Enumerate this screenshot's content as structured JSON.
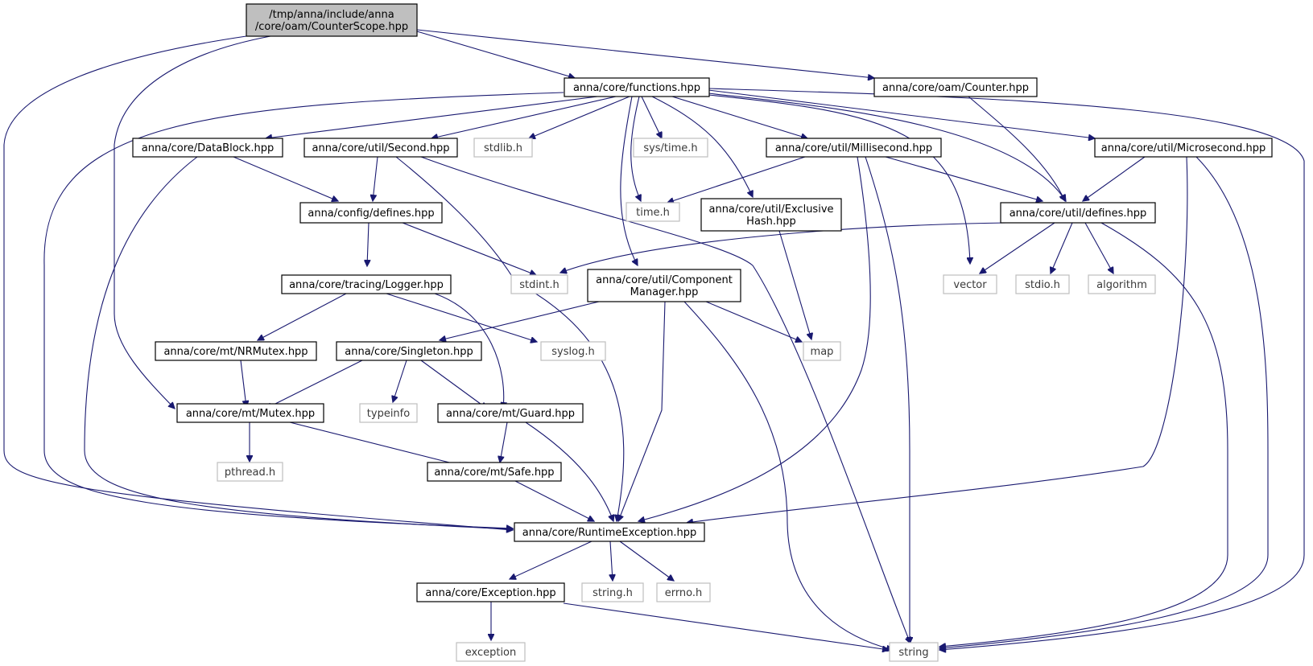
{
  "diagram": {
    "colors": {
      "edge": "#191970",
      "root_fill": "#bfbfbf",
      "node_border": "#000000",
      "external_border": "#bfbfbf"
    },
    "nodes": [
      {
        "id": "root",
        "lines": [
          "/tmp/anna/include/anna",
          "/core/oam/CounterScope.hpp"
        ],
        "kind": "root"
      },
      {
        "id": "functions",
        "lines": [
          "anna/core/functions.hpp"
        ],
        "kind": "header"
      },
      {
        "id": "counter",
        "lines": [
          "anna/core/oam/Counter.hpp"
        ],
        "kind": "header"
      },
      {
        "id": "datablock",
        "lines": [
          "anna/core/DataBlock.hpp"
        ],
        "kind": "header"
      },
      {
        "id": "second",
        "lines": [
          "anna/core/util/Second.hpp"
        ],
        "kind": "header"
      },
      {
        "id": "stdlib",
        "lines": [
          "stdlib.h"
        ],
        "kind": "external"
      },
      {
        "id": "systime",
        "lines": [
          "sys/time.h"
        ],
        "kind": "external"
      },
      {
        "id": "millisecond",
        "lines": [
          "anna/core/util/Millisecond.hpp"
        ],
        "kind": "header"
      },
      {
        "id": "microsecond",
        "lines": [
          "anna/core/util/Microsecond.hpp"
        ],
        "kind": "header"
      },
      {
        "id": "configdefines",
        "lines": [
          "anna/config/defines.hpp"
        ],
        "kind": "header"
      },
      {
        "id": "timeh",
        "lines": [
          "time.h"
        ],
        "kind": "external"
      },
      {
        "id": "exclusivehash",
        "lines": [
          "anna/core/util/Exclusive",
          "Hash.hpp"
        ],
        "kind": "header"
      },
      {
        "id": "utildefines",
        "lines": [
          "anna/core/util/defines.hpp"
        ],
        "kind": "header"
      },
      {
        "id": "logger",
        "lines": [
          "anna/core/tracing/Logger.hpp"
        ],
        "kind": "header"
      },
      {
        "id": "stdint",
        "lines": [
          "stdint.h"
        ],
        "kind": "external"
      },
      {
        "id": "compmanager",
        "lines": [
          "anna/core/util/Component",
          "Manager.hpp"
        ],
        "kind": "header"
      },
      {
        "id": "vector",
        "lines": [
          "vector"
        ],
        "kind": "external"
      },
      {
        "id": "stdio",
        "lines": [
          "stdio.h"
        ],
        "kind": "external"
      },
      {
        "id": "algorithm",
        "lines": [
          "algorithm"
        ],
        "kind": "external"
      },
      {
        "id": "nrmutex",
        "lines": [
          "anna/core/mt/NRMutex.hpp"
        ],
        "kind": "header"
      },
      {
        "id": "singleton",
        "lines": [
          "anna/core/Singleton.hpp"
        ],
        "kind": "header"
      },
      {
        "id": "syslog",
        "lines": [
          "syslog.h"
        ],
        "kind": "external"
      },
      {
        "id": "map",
        "lines": [
          "map"
        ],
        "kind": "external"
      },
      {
        "id": "mutex",
        "lines": [
          "anna/core/mt/Mutex.hpp"
        ],
        "kind": "header"
      },
      {
        "id": "typeinfo",
        "lines": [
          "typeinfo"
        ],
        "kind": "external"
      },
      {
        "id": "guard",
        "lines": [
          "anna/core/mt/Guard.hpp"
        ],
        "kind": "header"
      },
      {
        "id": "pthread",
        "lines": [
          "pthread.h"
        ],
        "kind": "external"
      },
      {
        "id": "safe",
        "lines": [
          "anna/core/mt/Safe.hpp"
        ],
        "kind": "header"
      },
      {
        "id": "runtimeexc",
        "lines": [
          "anna/core/RuntimeException.hpp"
        ],
        "kind": "header"
      },
      {
        "id": "exception_hpp",
        "lines": [
          "anna/core/Exception.hpp"
        ],
        "kind": "header"
      },
      {
        "id": "stringh",
        "lines": [
          "string.h"
        ],
        "kind": "external"
      },
      {
        "id": "errnoh",
        "lines": [
          "errno.h"
        ],
        "kind": "external"
      },
      {
        "id": "exception",
        "lines": [
          "exception"
        ],
        "kind": "external"
      },
      {
        "id": "string",
        "lines": [
          "string"
        ],
        "kind": "external"
      }
    ]
  }
}
